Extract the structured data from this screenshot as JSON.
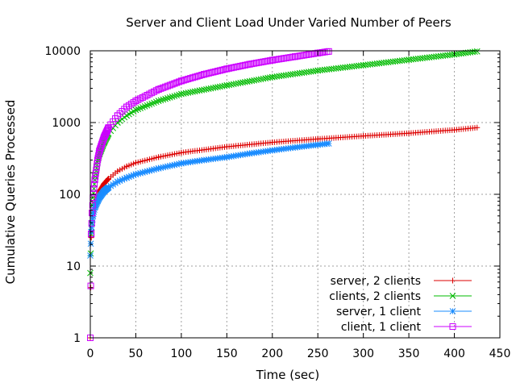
{
  "chart_data": {
    "type": "scatter",
    "title": "Server and Client Load Under Varied Number of Peers",
    "xlabel": "Time (sec)",
    "ylabel": "Cumulative Queries Processed",
    "xlim": [
      0,
      450
    ],
    "ylim": [
      1,
      10000
    ],
    "y_scale": "log",
    "grid": true,
    "legend_position": "bottom-right",
    "x_ticks": [
      "0",
      "50",
      "100",
      "150",
      "200",
      "250",
      "300",
      "350",
      "400",
      "450"
    ],
    "y_ticks": [
      "1",
      "10",
      "100",
      "1000",
      "10000"
    ],
    "series": [
      {
        "name": "server, 2 clients",
        "color": "#dd0000",
        "marker": "plus",
        "x": [
          0,
          1,
          2,
          3,
          5,
          8,
          10,
          15,
          20,
          30,
          40,
          50,
          75,
          100,
          150,
          200,
          250,
          300,
          350,
          400,
          425
        ],
        "y": [
          1,
          25,
          40,
          55,
          75,
          95,
          110,
          140,
          165,
          210,
          245,
          275,
          330,
          380,
          460,
          530,
          590,
          650,
          710,
          790,
          850
        ]
      },
      {
        "name": "clients, 2 clients",
        "color": "#00bb00",
        "marker": "x",
        "x": [
          0,
          1,
          2,
          3,
          5,
          8,
          10,
          15,
          20,
          30,
          40,
          50,
          75,
          100,
          150,
          200,
          250,
          300,
          350,
          400,
          425
        ],
        "y": [
          8,
          28,
          55,
          90,
          160,
          280,
          360,
          520,
          700,
          1000,
          1250,
          1500,
          2000,
          2500,
          3300,
          4300,
          5300,
          6300,
          7500,
          8900,
          9800
        ]
      },
      {
        "name": "server, 1 client",
        "color": "#1a8cff",
        "marker": "star",
        "x": [
          0,
          1,
          2,
          3,
          5,
          8,
          10,
          15,
          20,
          30,
          40,
          50,
          75,
          100,
          125,
          150,
          175,
          200,
          225,
          250,
          262
        ],
        "y": [
          14,
          30,
          40,
          50,
          65,
          80,
          90,
          110,
          125,
          150,
          170,
          190,
          230,
          270,
          300,
          330,
          370,
          410,
          450,
          490,
          510
        ]
      },
      {
        "name": "client, 1 client",
        "color": "#cc00ff",
        "marker": "square",
        "x": [
          0,
          1,
          2,
          3,
          5,
          8,
          10,
          15,
          20,
          30,
          40,
          50,
          75,
          100,
          125,
          150,
          175,
          200,
          225,
          250,
          262
        ],
        "y": [
          1,
          28,
          55,
          90,
          160,
          300,
          400,
          620,
          850,
          1250,
          1650,
          2000,
          2900,
          3800,
          4700,
          5600,
          6500,
          7400,
          8300,
          9300,
          9800
        ]
      }
    ]
  }
}
